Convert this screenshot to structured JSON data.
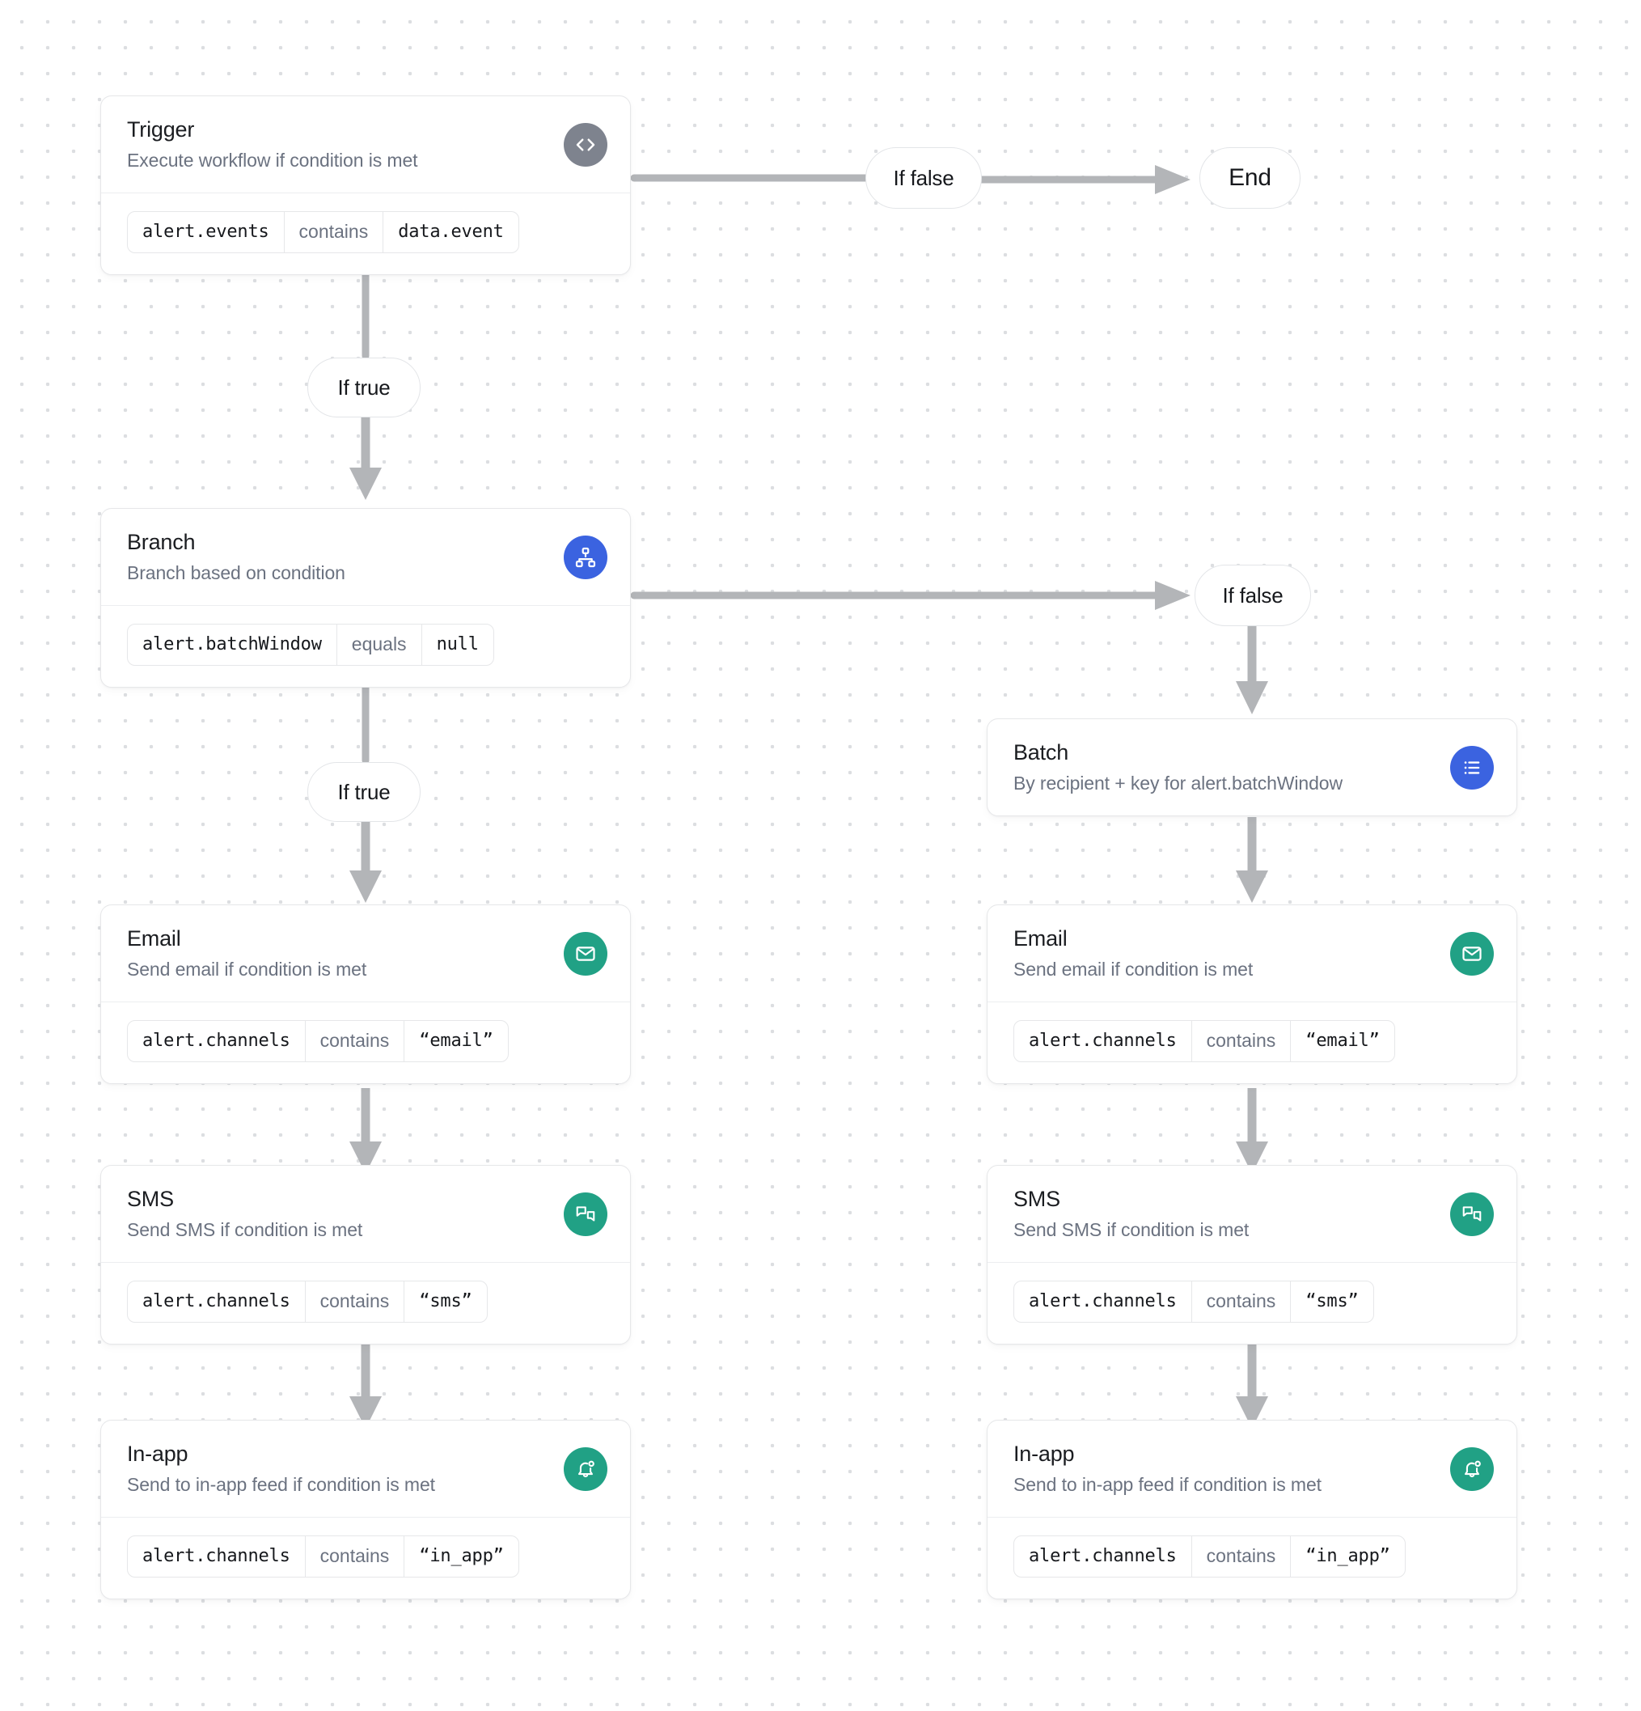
{
  "canvas": {
    "background_color": "#ffffff",
    "dot_color": "#dcdee1"
  },
  "palette": {
    "trigger_icon_bg": "#7e838e",
    "branch_icon_bg": "#3b63e0",
    "batch_icon_bg": "#3b63e0",
    "channel_icon_bg": "#21a185",
    "edge_color": "#b3b5b8",
    "card_border": "#e6e7e9",
    "title_color": "#1b1d21",
    "subtitle_color": "#6b7280"
  },
  "nodes": {
    "trigger": {
      "title": "Trigger",
      "subtitle": "Execute workflow if condition is met",
      "icon": "code-brackets-icon",
      "condition": {
        "field": "alert.events",
        "operator": "contains",
        "value": "data.event"
      }
    },
    "branch": {
      "title": "Branch",
      "subtitle": "Branch based on condition",
      "icon": "hierarchy-icon",
      "condition": {
        "field": "alert.batchWindow",
        "operator": "equals",
        "value": "null"
      }
    },
    "batch": {
      "title": "Batch",
      "subtitle": "By recipient + key for alert.batchWindow",
      "icon": "list-icon"
    },
    "email_left": {
      "title": "Email",
      "subtitle": "Send email if condition is met",
      "icon": "envelope-icon",
      "condition": {
        "field": "alert.channels",
        "operator": "contains",
        "value": "“email”"
      }
    },
    "sms_left": {
      "title": "SMS",
      "subtitle": "Send SMS if condition is met",
      "icon": "chat-bubbles-icon",
      "condition": {
        "field": "alert.channels",
        "operator": "contains",
        "value": "“sms”"
      }
    },
    "inapp_left": {
      "title": "In-app",
      "subtitle": "Send to in-app feed if condition is met",
      "icon": "bell-badge-icon",
      "condition": {
        "field": "alert.channels",
        "operator": "contains",
        "value": "“in_app”"
      }
    },
    "email_right": {
      "title": "Email",
      "subtitle": "Send email if condition is met",
      "icon": "envelope-icon",
      "condition": {
        "field": "alert.channels",
        "operator": "contains",
        "value": "“email”"
      }
    },
    "sms_right": {
      "title": "SMS",
      "subtitle": "Send SMS if condition is met",
      "icon": "chat-bubbles-icon",
      "condition": {
        "field": "alert.channels",
        "operator": "contains",
        "value": "“sms”"
      }
    },
    "inapp_right": {
      "title": "In-app",
      "subtitle": "Send to in-app feed if condition is met",
      "icon": "bell-badge-icon",
      "condition": {
        "field": "alert.channels",
        "operator": "contains",
        "value": "“in_app”"
      }
    }
  },
  "labels": {
    "trigger_false": "If false",
    "trigger_true": "If true",
    "branch_false": "If false",
    "branch_true": "If true",
    "end": "End"
  }
}
